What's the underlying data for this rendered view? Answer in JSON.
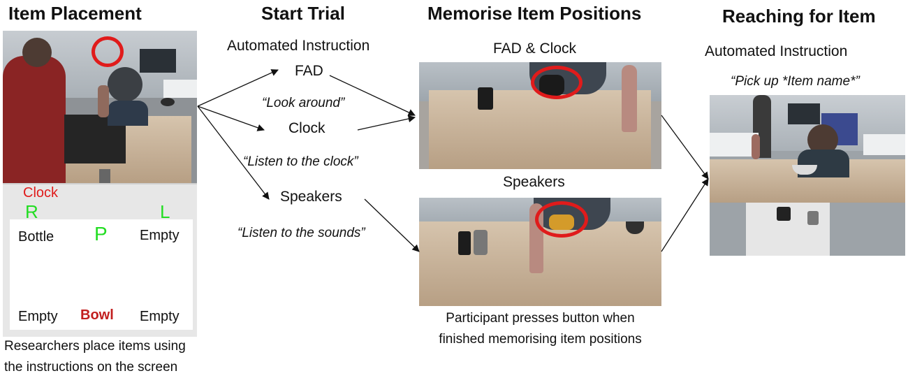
{
  "headings": {
    "placement": "Item Placement",
    "start": "Start Trial",
    "memorise": "Memorise Item Positions",
    "reaching": "Reaching for Item"
  },
  "start_trial": {
    "instruction": "Automated Instruction",
    "fad": "FAD",
    "fad_quote": "“Look around”",
    "clock": "Clock",
    "clock_quote": "“Listen to the clock”",
    "speakers": "Speakers",
    "speakers_quote": "“Listen to the sounds”"
  },
  "memorise": {
    "top_label": "FAD & Clock",
    "bottom_label": "Speakers",
    "caption_line1": "Participant presses button when",
    "caption_line2": "finished memorising item positions"
  },
  "reaching": {
    "instruction": "Automated Instruction",
    "quote": "“Pick up *Item name*”"
  },
  "placement_screen": {
    "clock_label": "Clock",
    "r_label": "R",
    "l_label": "L",
    "p_label": "P",
    "cells": {
      "top_left": "Bottle",
      "top_right": "Empty",
      "bottom_left": "Empty",
      "bottom_mid": "Bowl",
      "bottom_right": "Empty"
    },
    "caption_line1": "Researchers place items using",
    "caption_line2": "the instructions on the screen"
  },
  "colors": {
    "marker_red": "#e01b1b",
    "label_green": "#22dd22",
    "bowl_red": "#c21f1f"
  }
}
